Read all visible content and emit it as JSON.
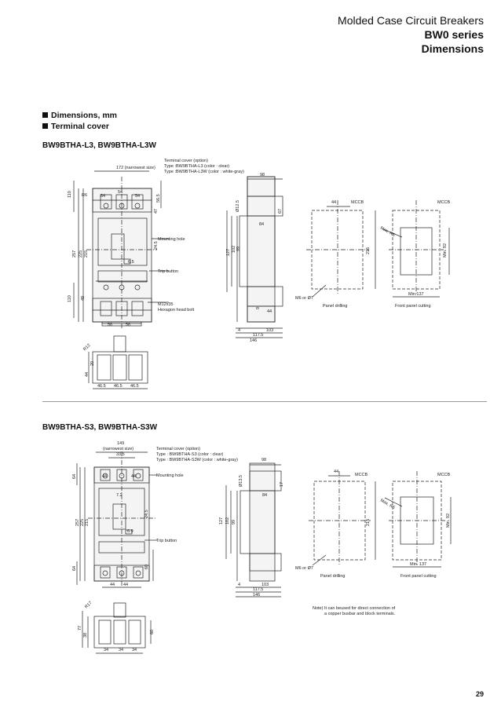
{
  "header": {
    "line1": "Molded Case Circuit Breakers",
    "line2": "BW0 series",
    "line3": "Dimensions"
  },
  "bullets": {
    "dimensions": "Dimensions, mm",
    "terminal_cover": "Terminal cover"
  },
  "section1": {
    "title": "BW9BTHA-L3, BW9BTHA-L3W",
    "terminal_cover_lines": [
      "Terminal cover (option)",
      "Type :BW9BTHA-L3 (color : clear)",
      "Type :BW9BTHA-L3W (color : white-gray)"
    ],
    "narrowest": "172 (narrowest size)",
    "mounting_hole": "Mounting hole",
    "trip_button": "Trip button",
    "bolt_lines": [
      "M12x35",
      "Hexagon head bolt"
    ],
    "dims": {
      "d110a": "110",
      "d110b": "110",
      "d257": "257",
      "d225": "225",
      "d215": "215",
      "d54a": "54",
      "d54b": "54",
      "d54c": "54",
      "d565": "56.5",
      "d47": "47",
      "d245": "24.5",
      "d65": "6.5",
      "d56a": "56",
      "d56b": "56",
      "d48": "48",
      "r6": "R6",
      "r12": "R12",
      "d44": "44",
      "d20": "20",
      "d465a": "46.5",
      "d465b": "46.5",
      "d465c": "46.5",
      "d98": "98",
      "d125": "Ø12.5",
      "d67": "67",
      "d84": "84",
      "d127": "127",
      "d102": "102",
      "d99": "99",
      "d4": "4",
      "d103": "103",
      "d1175": "117.5",
      "d146": "146",
      "d9": "9",
      "d44s": "44"
    },
    "panel": {
      "d44": "44",
      "mccb1": "MCCB",
      "d215": "215",
      "m6": "M6 or Ø7",
      "panel_drilling": "Panel drilling",
      "mccb2": "MCCB",
      "max_r5": "Max. R5",
      "min92": "Min. 92",
      "min137": "Min.137",
      "front_panel": "Front panel cutting"
    }
  },
  "section2": {
    "title": "BW9BTHA-S3, BW9BTHA-S3W",
    "narrowest1": "149",
    "narrowest2": "(narrowest size)",
    "terminal_cover_lines": [
      "Terminal cover (option)",
      "Type : BW9BTHA-S3 (color : clear)",
      "Type : BW9BTHA-S3W (color : white-gray)"
    ],
    "mounting_hole": "Mounting hole",
    "trip_button": "Trip button",
    "dims": {
      "d335": "33.5",
      "d64a": "64",
      "d64b": "64",
      "d44a": "44",
      "d44b": "44",
      "d44c": "44",
      "d44d": "44",
      "d257": "257",
      "d225": "225",
      "d215": "215",
      "d245": "24.5",
      "d69": "6.9",
      "d60": "60",
      "d72": "7.2",
      "r17": "R17",
      "d77": "77",
      "d38": "38",
      "d60b": "60",
      "d34a": "34",
      "d34b": "34",
      "d34c": "34",
      "d98": "98",
      "d135": "Ø13.5",
      "d17": "17",
      "d84": "84",
      "d127": "127",
      "d102": "102",
      "d99": "99",
      "d4": "4",
      "d103": "103",
      "d1175": "117.5",
      "d146": "146"
    },
    "panel": {
      "d44": "44",
      "mccb1": "MCCB",
      "d215": "215",
      "m6": "M6 or Ø7",
      "panel_drilling": "Panel drilling",
      "mccb2": "MCCB",
      "max_r5": "Max. R5",
      "min92": "Min. 92",
      "min137": "Min. 137",
      "front_panel": "Front panel cutting"
    },
    "note_lines": [
      "Note) It can beused for direct connection of",
      "a copper busbar and block terminals."
    ]
  },
  "page_number": "29"
}
